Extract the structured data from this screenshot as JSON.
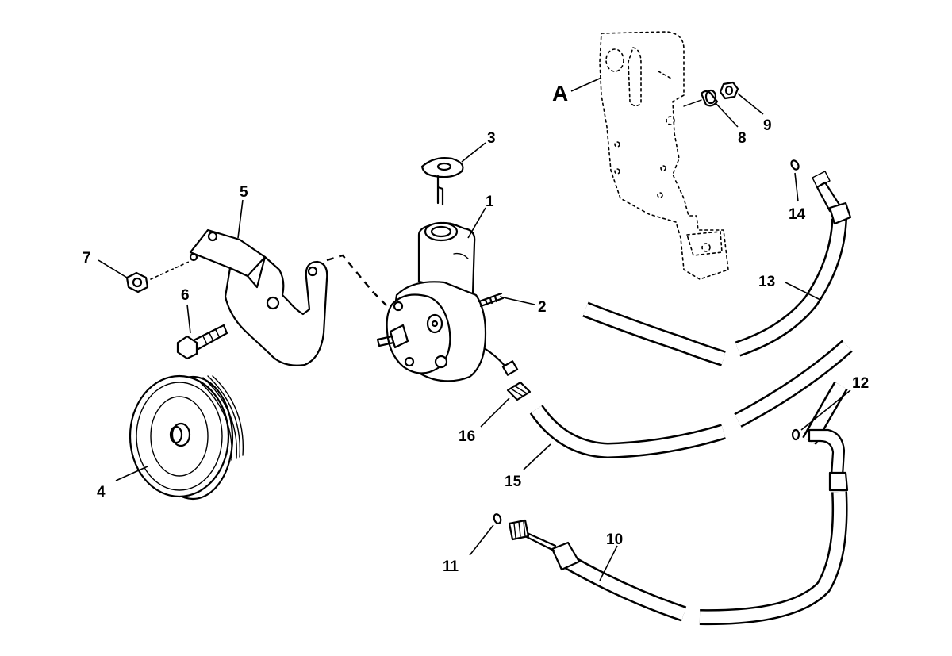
{
  "diagram": {
    "callouts": [
      {
        "id": "A",
        "text": "A"
      },
      {
        "id": "1",
        "text": "1"
      },
      {
        "id": "2",
        "text": "2"
      },
      {
        "id": "3",
        "text": "3"
      },
      {
        "id": "4",
        "text": "4"
      },
      {
        "id": "5",
        "text": "5"
      },
      {
        "id": "6",
        "text": "6"
      },
      {
        "id": "7",
        "text": "7"
      },
      {
        "id": "8",
        "text": "8"
      },
      {
        "id": "9",
        "text": "9"
      },
      {
        "id": "10",
        "text": "10"
      },
      {
        "id": "11",
        "text": "11"
      },
      {
        "id": "12",
        "text": "12"
      },
      {
        "id": "13",
        "text": "13"
      },
      {
        "id": "14",
        "text": "14"
      },
      {
        "id": "15",
        "text": "15"
      },
      {
        "id": "16",
        "text": "16"
      }
    ]
  }
}
